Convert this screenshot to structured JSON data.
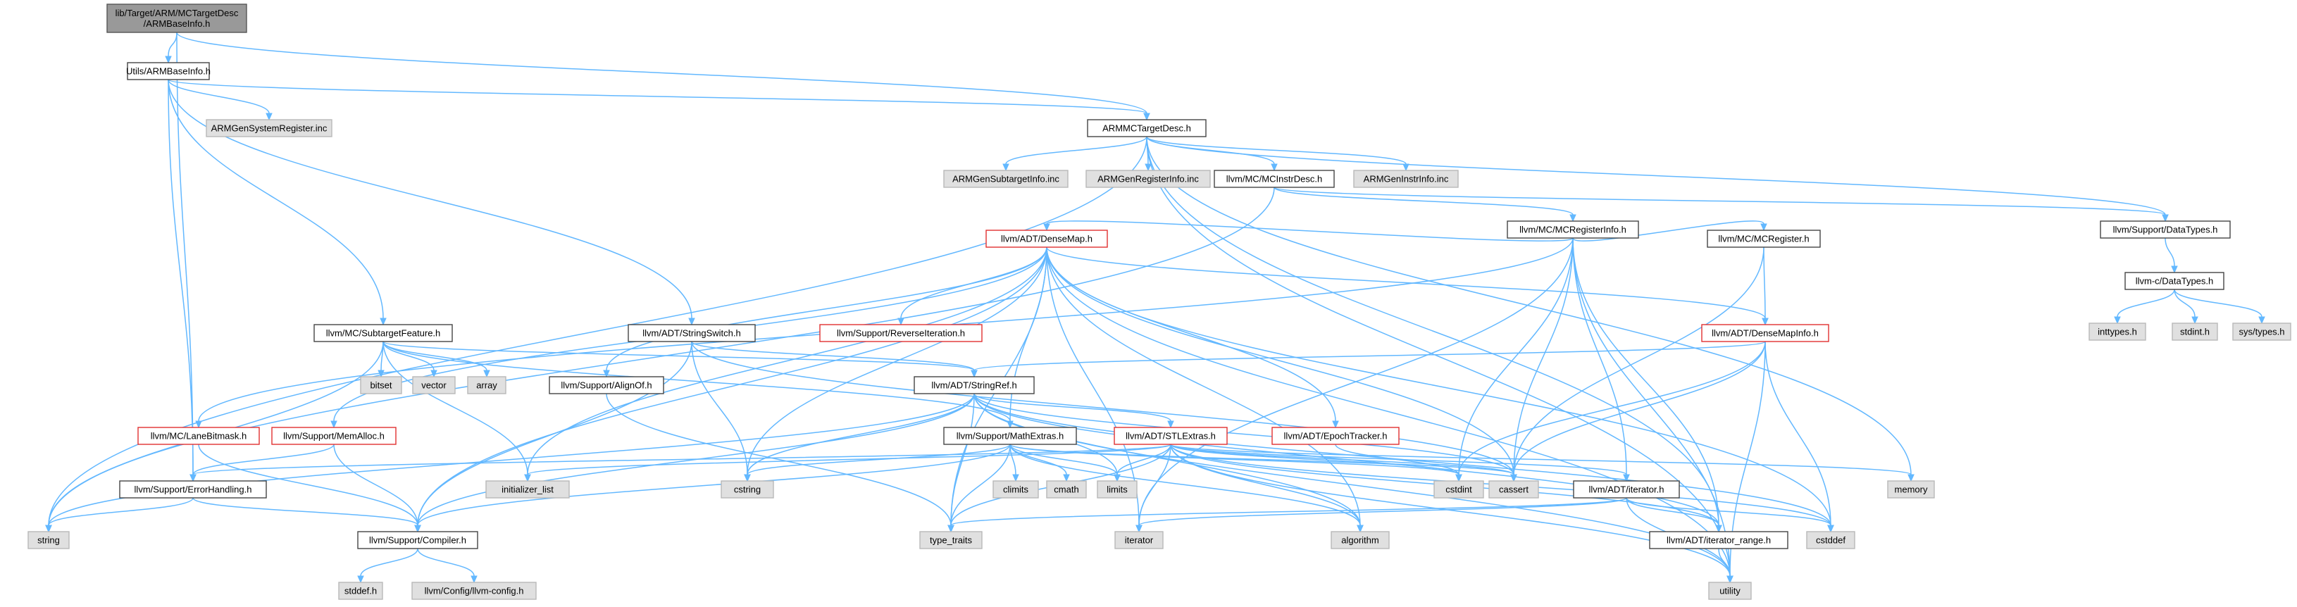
{
  "colors": {
    "edge": "#63b8ff",
    "node_border": "#444444",
    "sys_fill": "#e0e0e0",
    "missing_border": "#e03030",
    "root_fill": "#999999"
  },
  "nodes": [
    {
      "id": "root",
      "lines": [
        "lib/Target/ARM/MCTargetDesc",
        "/ARMBaseInfo.h"
      ],
      "kind": "root"
    },
    {
      "id": "utils",
      "lines": [
        "Utils/ARMBaseInfo.h"
      ],
      "kind": "normal"
    },
    {
      "id": "armmctd",
      "lines": [
        "ARMMCTargetDesc.h"
      ],
      "kind": "normal"
    },
    {
      "id": "gensysreg",
      "lines": [
        "ARMGenSystemRegister.inc"
      ],
      "kind": "sys"
    },
    {
      "id": "gensub",
      "lines": [
        "ARMGenSubtargetInfo.inc"
      ],
      "kind": "sys"
    },
    {
      "id": "genreg",
      "lines": [
        "ARMGenRegisterInfo.inc"
      ],
      "kind": "sys"
    },
    {
      "id": "instrdesc",
      "lines": [
        "llvm/MC/MCInstrDesc.h"
      ],
      "kind": "normal"
    },
    {
      "id": "geninstr",
      "lines": [
        "ARMGenInstrInfo.inc"
      ],
      "kind": "sys"
    },
    {
      "id": "datatypes",
      "lines": [
        "llvm/Support/DataTypes.h"
      ],
      "kind": "normal"
    },
    {
      "id": "mcreginfo",
      "lines": [
        "llvm/MC/MCRegisterInfo.h"
      ],
      "kind": "normal"
    },
    {
      "id": "cdatatypes",
      "lines": [
        "llvm-c/DataTypes.h"
      ],
      "kind": "normal"
    },
    {
      "id": "inttypes",
      "lines": [
        "inttypes.h"
      ],
      "kind": "sys"
    },
    {
      "id": "stdinth",
      "lines": [
        "stdint.h"
      ],
      "kind": "sys"
    },
    {
      "id": "systypes",
      "lines": [
        "sys/types.h"
      ],
      "kind": "sys"
    },
    {
      "id": "densemap",
      "lines": [
        "llvm/ADT/DenseMap.h"
      ],
      "kind": "missing"
    },
    {
      "id": "mcregister",
      "lines": [
        "llvm/MC/MCRegister.h"
      ],
      "kind": "normal"
    },
    {
      "id": "densemapinfo",
      "lines": [
        "llvm/ADT/DenseMapInfo.h"
      ],
      "kind": "missing"
    },
    {
      "id": "subtargetfeature",
      "lines": [
        "llvm/MC/SubtargetFeature.h"
      ],
      "kind": "normal"
    },
    {
      "id": "stringswitch",
      "lines": [
        "llvm/ADT/StringSwitch.h"
      ],
      "kind": "normal"
    },
    {
      "id": "reverseiter",
      "lines": [
        "llvm/Support/ReverseIteration.h"
      ],
      "kind": "missing"
    },
    {
      "id": "bitset",
      "lines": [
        "bitset"
      ],
      "kind": "sys"
    },
    {
      "id": "vector",
      "lines": [
        "vector"
      ],
      "kind": "sys"
    },
    {
      "id": "array",
      "lines": [
        "array"
      ],
      "kind": "sys"
    },
    {
      "id": "alignof",
      "lines": [
        "llvm/Support/AlignOf.h"
      ],
      "kind": "normal"
    },
    {
      "id": "stringref",
      "lines": [
        "llvm/ADT/StringRef.h"
      ],
      "kind": "normal"
    },
    {
      "id": "lanebitmask",
      "lines": [
        "llvm/MC/LaneBitmask.h"
      ],
      "kind": "missing"
    },
    {
      "id": "memalloc",
      "lines": [
        "llvm/Support/MemAlloc.h"
      ],
      "kind": "missing"
    },
    {
      "id": "mathextras",
      "lines": [
        "llvm/Support/MathExtras.h"
      ],
      "kind": "normal"
    },
    {
      "id": "stlextras",
      "lines": [
        "llvm/ADT/STLExtras.h"
      ],
      "kind": "missing"
    },
    {
      "id": "epochtracker",
      "lines": [
        "llvm/ADT/EpochTracker.h"
      ],
      "kind": "missing"
    },
    {
      "id": "errorhandling",
      "lines": [
        "llvm/Support/ErrorHandling.h"
      ],
      "kind": "normal"
    },
    {
      "id": "initlist",
      "lines": [
        "initializer_list"
      ],
      "kind": "sys"
    },
    {
      "id": "cstring",
      "lines": [
        "cstring"
      ],
      "kind": "sys"
    },
    {
      "id": "climits",
      "lines": [
        "climits"
      ],
      "kind": "sys"
    },
    {
      "id": "cmath",
      "lines": [
        "cmath"
      ],
      "kind": "sys"
    },
    {
      "id": "limits",
      "lines": [
        "limits"
      ],
      "kind": "sys"
    },
    {
      "id": "cstdint",
      "lines": [
        "cstdint"
      ],
      "kind": "sys"
    },
    {
      "id": "cassert",
      "lines": [
        "cassert"
      ],
      "kind": "sys"
    },
    {
      "id": "adtiterator",
      "lines": [
        "llvm/ADT/iterator.h"
      ],
      "kind": "normal"
    },
    {
      "id": "memory",
      "lines": [
        "memory"
      ],
      "kind": "sys"
    },
    {
      "id": "string",
      "lines": [
        "string"
      ],
      "kind": "sys"
    },
    {
      "id": "compiler",
      "lines": [
        "llvm/Support/Compiler.h"
      ],
      "kind": "normal"
    },
    {
      "id": "typetraits",
      "lines": [
        "type_traits"
      ],
      "kind": "sys"
    },
    {
      "id": "iterator",
      "lines": [
        "iterator"
      ],
      "kind": "sys"
    },
    {
      "id": "algorithm",
      "lines": [
        "algorithm"
      ],
      "kind": "sys"
    },
    {
      "id": "iterrange",
      "lines": [
        "llvm/ADT/iterator_range.h"
      ],
      "kind": "normal"
    },
    {
      "id": "cstddef",
      "lines": [
        "cstddef"
      ],
      "kind": "sys"
    },
    {
      "id": "utility",
      "lines": [
        "utility"
      ],
      "kind": "sys"
    },
    {
      "id": "stddef",
      "lines": [
        "stddef.h"
      ],
      "kind": "sys"
    },
    {
      "id": "llvmconfig",
      "lines": [
        "llvm/Config/llvm-config.h"
      ],
      "kind": "sys"
    }
  ],
  "edges": [
    [
      "root",
      "utils"
    ],
    [
      "root",
      "armmctd"
    ],
    [
      "root",
      "errorhandling"
    ],
    [
      "utils",
      "armmctd"
    ],
    [
      "utils",
      "gensysreg"
    ],
    [
      "utils",
      "subtargetfeature"
    ],
    [
      "utils",
      "stringswitch"
    ],
    [
      "utils",
      "errorhandling"
    ],
    [
      "armmctd",
      "gensub"
    ],
    [
      "armmctd",
      "genreg"
    ],
    [
      "armmctd",
      "instrdesc"
    ],
    [
      "armmctd",
      "geninstr"
    ],
    [
      "armmctd",
      "datatypes"
    ],
    [
      "armmctd",
      "memory"
    ],
    [
      "armmctd",
      "string"
    ],
    [
      "armmctd",
      "iterrange"
    ],
    [
      "armmctd",
      "utility"
    ],
    [
      "instrdesc",
      "mcreginfo"
    ],
    [
      "instrdesc",
      "datatypes"
    ],
    [
      "instrdesc",
      "string"
    ],
    [
      "datatypes",
      "cdatatypes"
    ],
    [
      "cdatatypes",
      "inttypes"
    ],
    [
      "cdatatypes",
      "stdinth"
    ],
    [
      "cdatatypes",
      "systypes"
    ],
    [
      "mcreginfo",
      "densemap"
    ],
    [
      "mcreginfo",
      "mcregister"
    ],
    [
      "mcreginfo",
      "lanebitmask"
    ],
    [
      "mcreginfo",
      "adtiterator"
    ],
    [
      "mcreginfo",
      "iterrange"
    ],
    [
      "mcreginfo",
      "cassert"
    ],
    [
      "mcreginfo",
      "cstdint"
    ],
    [
      "mcreginfo",
      "utility"
    ],
    [
      "mcreginfo",
      "iterator"
    ],
    [
      "mcregister",
      "densemapinfo"
    ],
    [
      "mcregister",
      "cassert"
    ],
    [
      "densemap",
      "densemapinfo"
    ],
    [
      "densemap",
      "epochtracker"
    ],
    [
      "densemap",
      "reverseiter"
    ],
    [
      "densemap",
      "alignof"
    ],
    [
      "densemap",
      "compiler"
    ],
    [
      "densemap",
      "mathextras"
    ],
    [
      "densemap",
      "memalloc"
    ],
    [
      "densemap",
      "algorithm"
    ],
    [
      "densemap",
      "cassert"
    ],
    [
      "densemap",
      "cstddef"
    ],
    [
      "densemap",
      "cstring"
    ],
    [
      "densemap",
      "initlist"
    ],
    [
      "densemap",
      "iterator"
    ],
    [
      "densemap",
      "typetraits"
    ],
    [
      "densemap",
      "utility"
    ],
    [
      "densemapinfo",
      "stringref"
    ],
    [
      "densemapinfo",
      "cassert"
    ],
    [
      "densemapinfo",
      "cstddef"
    ],
    [
      "densemapinfo",
      "cstdint"
    ],
    [
      "densemapinfo",
      "utility"
    ],
    [
      "subtargetfeature",
      "stringref"
    ],
    [
      "subtargetfeature",
      "mathextras"
    ],
    [
      "subtargetfeature",
      "bitset"
    ],
    [
      "subtargetfeature",
      "vector"
    ],
    [
      "subtargetfeature",
      "array"
    ],
    [
      "subtargetfeature",
      "initlist"
    ],
    [
      "subtargetfeature",
      "string"
    ],
    [
      "stringswitch",
      "stringref"
    ],
    [
      "stringswitch",
      "compiler"
    ],
    [
      "stringswitch",
      "cassert"
    ],
    [
      "stringswitch",
      "cstring"
    ],
    [
      "alignof",
      "typetraits"
    ],
    [
      "stringref",
      "stlextras"
    ],
    [
      "stringref",
      "compiler"
    ],
    [
      "stringref",
      "algorithm"
    ],
    [
      "stringref",
      "cassert"
    ],
    [
      "stringref",
      "cstddef"
    ],
    [
      "stringref",
      "cstring"
    ],
    [
      "stringref",
      "limits"
    ],
    [
      "stringref",
      "string"
    ],
    [
      "stringref",
      "typetraits"
    ],
    [
      "stringref",
      "utility"
    ],
    [
      "stringref",
      "iterrange"
    ],
    [
      "lanebitmask",
      "compiler"
    ],
    [
      "memalloc",
      "compiler"
    ],
    [
      "memalloc",
      "errorhandling"
    ],
    [
      "mathextras",
      "compiler"
    ],
    [
      "mathextras",
      "cassert"
    ],
    [
      "mathextras",
      "climits"
    ],
    [
      "mathextras",
      "cmath"
    ],
    [
      "mathextras",
      "cstdint"
    ],
    [
      "mathextras",
      "cstring"
    ],
    [
      "mathextras",
      "limits"
    ],
    [
      "mathextras",
      "typetraits"
    ],
    [
      "mathextras",
      "algorithm"
    ],
    [
      "stlextras",
      "adtiterator"
    ],
    [
      "stlextras",
      "iterrange"
    ],
    [
      "stlextras",
      "errorhandling"
    ],
    [
      "stlextras",
      "algorithm"
    ],
    [
      "stlextras",
      "cassert"
    ],
    [
      "stlextras",
      "cstddef"
    ],
    [
      "stlextras",
      "cstdint"
    ],
    [
      "stlextras",
      "initlist"
    ],
    [
      "stlextras",
      "iterator"
    ],
    [
      "stlextras",
      "limits"
    ],
    [
      "stlextras",
      "memory"
    ],
    [
      "stlextras",
      "typetraits"
    ],
    [
      "stlextras",
      "utility"
    ],
    [
      "epochtracker",
      "cstdint"
    ],
    [
      "errorhandling",
      "compiler"
    ],
    [
      "errorhandling",
      "string"
    ],
    [
      "adtiterator",
      "iterrange"
    ],
    [
      "adtiterator",
      "cstddef"
    ],
    [
      "adtiterator",
      "iterator"
    ],
    [
      "adtiterator",
      "typetraits"
    ],
    [
      "adtiterator",
      "utility"
    ],
    [
      "iterrange",
      "utility"
    ],
    [
      "compiler",
      "stddef"
    ],
    [
      "compiler",
      "llvmconfig"
    ]
  ]
}
